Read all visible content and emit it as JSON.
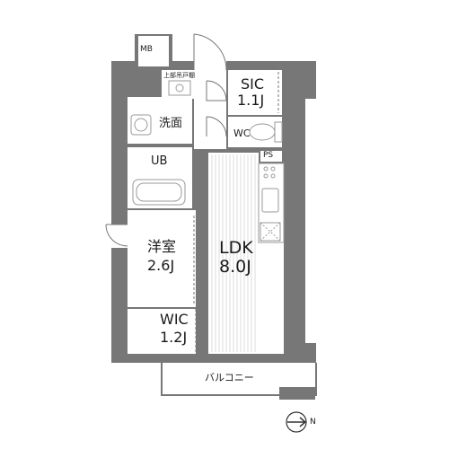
{
  "floorplan": {
    "colors": {
      "wall": "#777777",
      "fixture": "#9a9a9a",
      "floor_line": "#cfcfcf",
      "background": "#ffffff"
    },
    "rooms": {
      "mb": {
        "label": "MB"
      },
      "sic": {
        "name": "SIC",
        "size": "1.1J"
      },
      "upper_storage": {
        "label": "上部吊戸棚"
      },
      "washroom": {
        "label": "洗面"
      },
      "wc": {
        "label": "WC"
      },
      "ub": {
        "label": "UB"
      },
      "ps": {
        "label": "PS"
      },
      "western_room": {
        "name": "洋室",
        "size": "2.6J"
      },
      "ldk": {
        "name": "LDK",
        "size": "8.0J"
      },
      "wic": {
        "name": "WIC",
        "size": "1.2J"
      },
      "balcony": {
        "label": "バルコニー"
      }
    },
    "north_arrow": {
      "letter": "N",
      "icon": "north-arrow-icon"
    }
  }
}
